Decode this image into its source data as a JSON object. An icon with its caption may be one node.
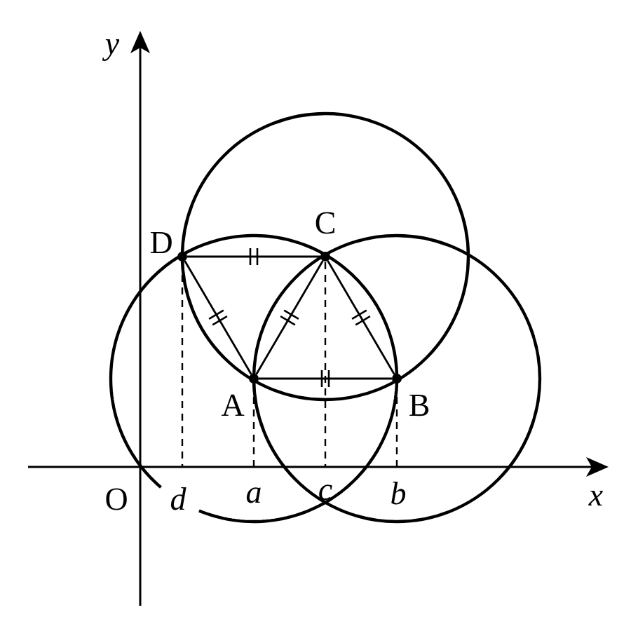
{
  "diagram": {
    "nodes": [
      {
        "text": [],
        "shape": "circle",
        "beside": [
          "D"
        ]
      },
      {
        "text": [],
        "shape": "circle",
        "beside": [
          "C"
        ]
      },
      {
        "text": [],
        "shape": "circle",
        "beside": [
          "A"
        ]
      },
      {
        "text": [],
        "shape": "circle",
        "beside": [
          "B"
        ]
      }
    ],
    "edges": [
      {
        "from": 0,
        "to": 1,
        "arrow": "none"
      },
      {
        "from": 0,
        "to": 2,
        "arrow": "none"
      },
      {
        "from": 2,
        "to": 1,
        "arrow": "none"
      },
      {
        "from": 1,
        "to": 3,
        "arrow": "none"
      },
      {
        "from": 2,
        "to": 3,
        "arrow": "none"
      }
    ],
    "labels": [
      "y",
      "x",
      "O",
      "d",
      "a",
      "c",
      "b"
    ]
  }
}
